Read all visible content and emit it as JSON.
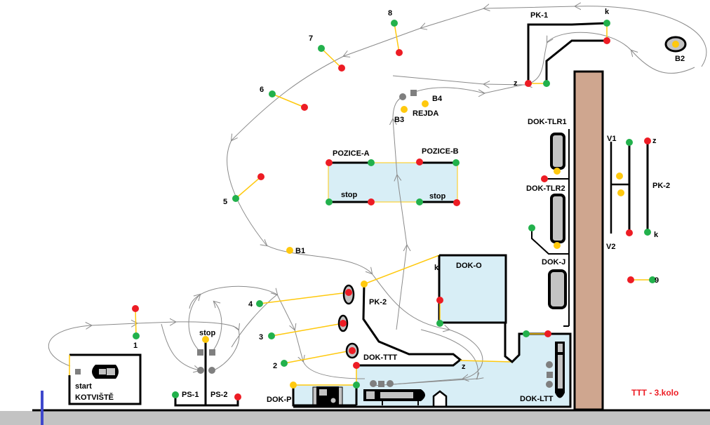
{
  "title": "TTT - 3.kolo",
  "colors": {
    "red": "#ed1c24",
    "green": "#22b14c",
    "yellow": "#ffc90e",
    "route": "#8a8a8a",
    "water": "#d8eef6",
    "pier": "#cfa68f",
    "ground": "#c3c3c3",
    "accent": "#3f48cc"
  },
  "start": {
    "start": "start",
    "kotviste": "KOTVIŠTĚ"
  },
  "ps": {
    "stop": "stop",
    "ps1": "PS-1",
    "ps2": "PS-2"
  },
  "buoys": [
    "1",
    "2",
    "3",
    "4",
    "5",
    "6",
    "7",
    "8",
    "9"
  ],
  "docks": {
    "dok_p": "DOK-P",
    "dok_ttt": "DOK-TTT",
    "dok_o": "DOK-O",
    "dok_ltt": "DOK-LTT",
    "dok_tlr1": "DOK-TLR1",
    "dok_tlr2": "DOK-TLR2",
    "dok_j": "DOK-J"
  },
  "gates": {
    "pk2_left": "PK-2",
    "pk1": "PK-1",
    "pk2_right": "PK-2",
    "z": "z",
    "k": "k",
    "v1": "V1",
    "v2": "V2"
  },
  "positions": {
    "a": "POZICE-A",
    "b": "POZICE-B",
    "stop": "stop"
  },
  "bays": {
    "b1": "B1",
    "b2": "B2",
    "b3": "B3",
    "b4": "B4",
    "rejda": "REJDA"
  }
}
